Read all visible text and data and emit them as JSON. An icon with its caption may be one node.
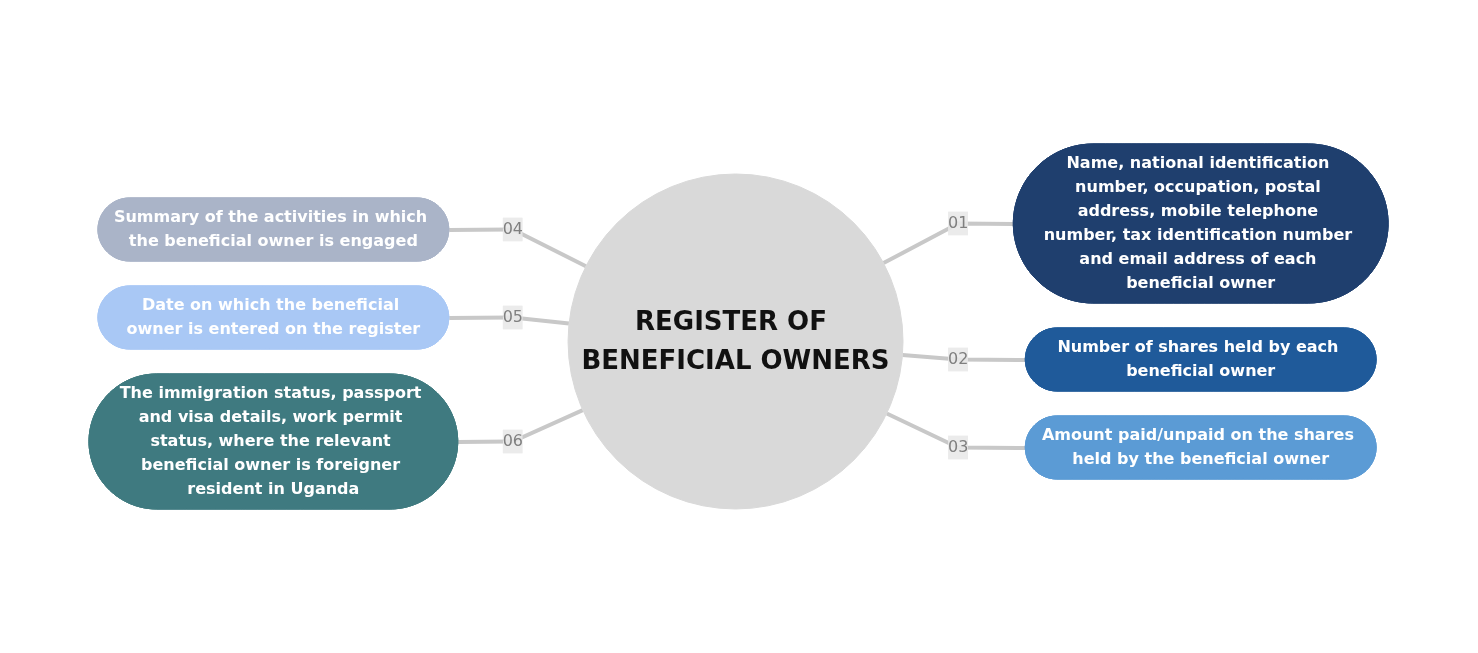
{
  "diagram": {
    "nodes": [
      {
        "text": [
          "REGISTER OF BENEFICIAL OWNERS"
        ]
      },
      {
        "text": [
          "Name, national identification number, occupation, postal address, mobile telephone number, tax identification number and email address of each beneficial owner"
        ]
      },
      {
        "text": [
          "Number of shares held by each beneficial owner"
        ]
      },
      {
        "text": [
          "Amount paid/unpaid on the shares held by the beneficial owner"
        ]
      },
      {
        "text": [
          "Summary of the activities in which the beneficial owner is engaged"
        ]
      },
      {
        "text": [
          "Date on which the beneficial owner is entered on the register"
        ]
      },
      {
        "text": [
          "The immigration status, passport and visa details, work permit status, where the relevant beneficial owner is foreigner resident in Uganda"
        ]
      }
    ],
    "edges": [
      {
        "from": 0,
        "to": 1,
        "arrow": "none",
        "label": "01"
      },
      {
        "from": 0,
        "to": 2,
        "arrow": "none",
        "label": "02"
      },
      {
        "from": 0,
        "to": 3,
        "arrow": "none",
        "label": "03"
      },
      {
        "from": 4,
        "to": 0,
        "arrow": "none",
        "label": "04"
      },
      {
        "from": 5,
        "to": 0,
        "arrow": "none",
        "label": "05"
      },
      {
        "from": 6,
        "to": 0,
        "arrow": "none",
        "label": "06"
      }
    ]
  }
}
